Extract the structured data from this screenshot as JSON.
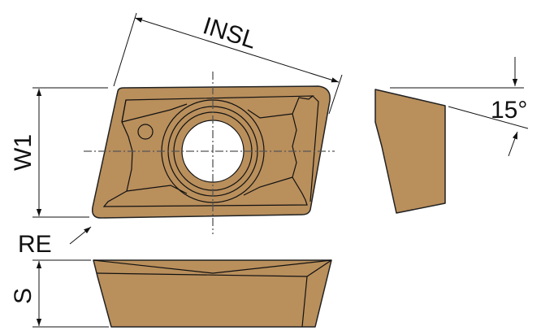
{
  "labels": {
    "insl": "INSL",
    "w1": "W1",
    "angle": "15°",
    "re": "RE",
    "s": "S"
  },
  "colors": {
    "insert_fill": "#B98F5C",
    "outline": "#222222"
  }
}
